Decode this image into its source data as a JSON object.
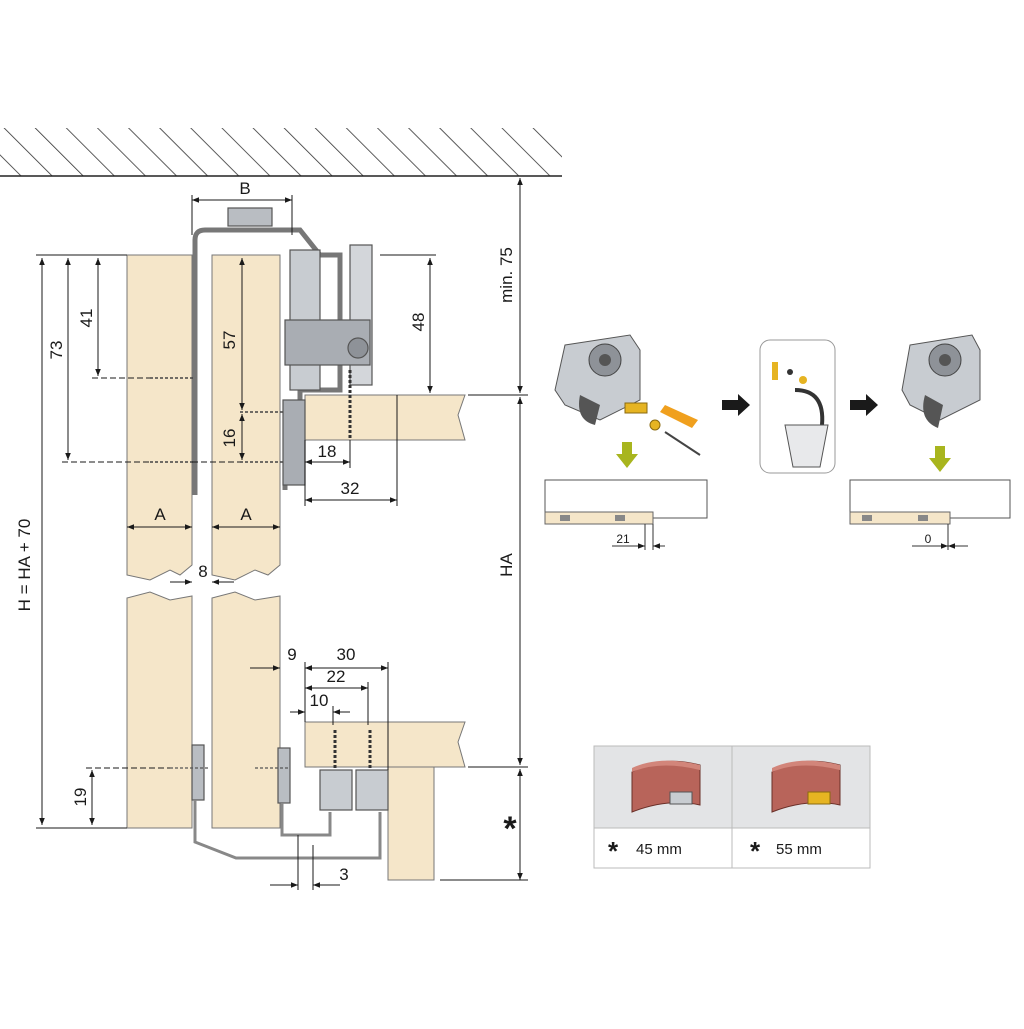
{
  "dimensions": {
    "b": "B",
    "min75": "min. 75",
    "d73": "73",
    "d41": "41",
    "d57": "57",
    "d16": "16",
    "d48": "48",
    "d18": "18",
    "d32": "32",
    "a_left": "A",
    "a_right": "A",
    "d8": "8",
    "h_formula": "H = HA + 70",
    "ha": "HA",
    "d9": "9",
    "d30": "30",
    "d22": "22",
    "d10": "10",
    "d19": "19",
    "d3": "3",
    "asterisk": "*"
  },
  "steps": {
    "gap_before": "21",
    "gap_after": "0"
  },
  "legend": {
    "option_1": {
      "symbol": "*",
      "value": "45 mm"
    },
    "option_2": {
      "symbol": "*",
      "value": "55 mm"
    }
  },
  "colors": {
    "wood": "#f5e6c9",
    "hatch": "#333333",
    "metal": "#b9bdc2",
    "arrow_green": "#a8b51e",
    "arrow_orange": "#f0a01e",
    "brass": "#e6b422",
    "brick": "#b8645a"
  }
}
